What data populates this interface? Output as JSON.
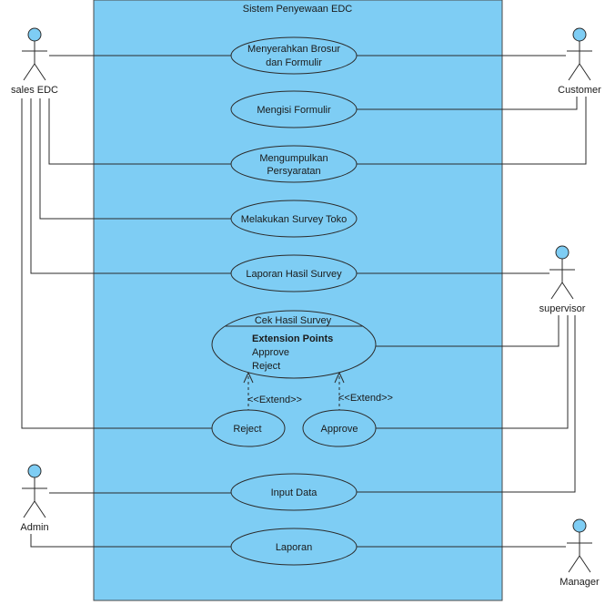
{
  "system": {
    "title": "Sistem Penyewaan EDC"
  },
  "actors": {
    "sales": "sales EDC",
    "customer": "Customer",
    "supervisor": "supervisor",
    "admin": "Admin",
    "manager": "Manager"
  },
  "use_cases": {
    "menyerahkan_line1": "Menyerahkan Brosur",
    "menyerahkan_line2": "dan Formulir",
    "mengisi": "Mengisi Formulir",
    "mengumpulkan_line1": "Mengumpulkan",
    "mengumpulkan_line2": "Persyaratan",
    "survey_toko": "Melakukan Survey Toko",
    "laporan_hasil": "Laporan Hasil Survey",
    "cek_hasil": "Cek Hasil Survey",
    "extension_points_title": "Extension Points",
    "extension_point_approve": "Approve",
    "extension_point_reject": "Reject",
    "reject": "Reject",
    "approve": "Approve",
    "input_data": "Input Data",
    "laporan": "Laporan"
  },
  "relations": {
    "extend_left": "<<Extend>>",
    "extend_right": "<<Extend>>"
  },
  "colors": {
    "fill": "#7ecdf4",
    "stroke": "#2b2b2b"
  }
}
